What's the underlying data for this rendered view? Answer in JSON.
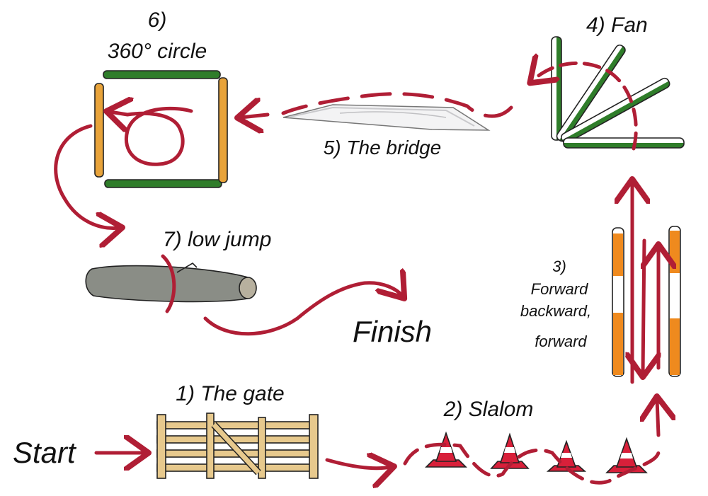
{
  "labels": {
    "start": "Start",
    "gate": "1) The gate",
    "slalom": "2) Slalom",
    "fb_num": "3)",
    "fb_line1": "Forward",
    "fb_line2": "backward,",
    "fb_line3": "forward",
    "fan": "4) Fan",
    "bridge": "5) The bridge",
    "circle_num": "6)",
    "circle_text": "360° circle",
    "jump": "7) low jump",
    "finish": "Finish"
  },
  "colors": {
    "route": "#b01e35",
    "green_pole": "#2f7d2a",
    "orange_pole": "#e8a33a",
    "orange_stripe": "#ef8a1e",
    "wood": "#e7c98d",
    "cone": "#d8203a",
    "log": "#8a8d86"
  }
}
